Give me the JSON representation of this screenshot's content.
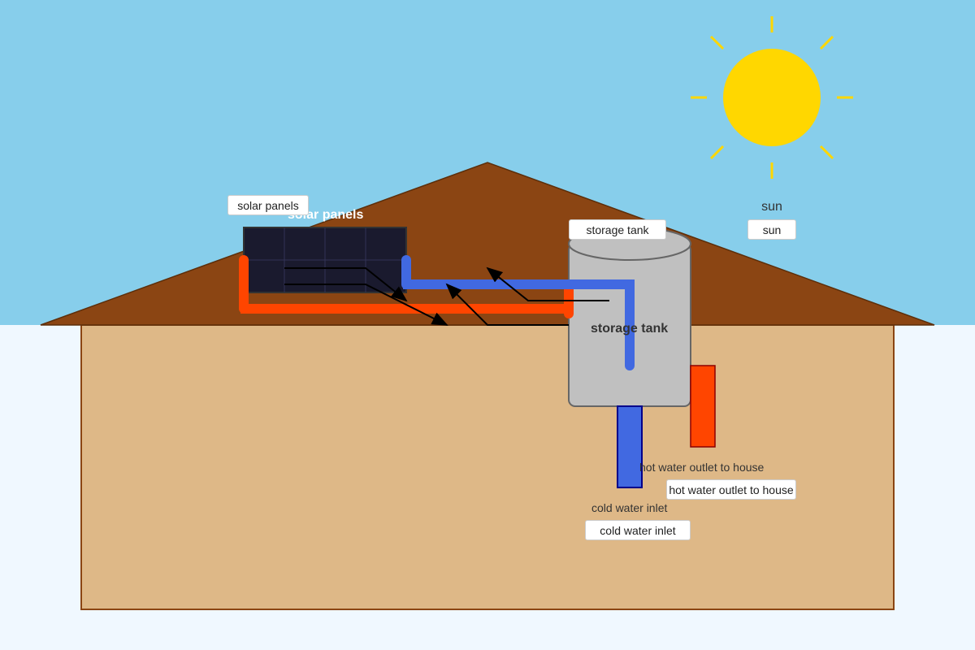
{
  "colors": {
    "sky": "#87ceeb",
    "ground": "#f0f8ff",
    "roof": "#8b4513",
    "house_wall": "#deb887",
    "sun": "#ffd700",
    "panel": "#1a1a2e",
    "tank": "#c0c0c0",
    "hot_pipe": "#ff4500",
    "cold_pipe": "#4169e1"
  },
  "icons": {
    "sun": "sun-icon",
    "panel": "solar-panel-icon",
    "tank": "storage-tank-icon"
  },
  "labels": {
    "solar_panels_tag": "solar panels",
    "solar_panels_text": "solar panels",
    "storage_tank_tag": "storage tank",
    "storage_tank_text": "storage tank",
    "sun_text": "sun",
    "sun_tag": "sun",
    "hot_outlet_text": "hot water outlet to house",
    "hot_outlet_tag": "hot water outlet to house",
    "cold_inlet_text": "cold water inlet",
    "cold_inlet_tag": "cold water inlet"
  }
}
